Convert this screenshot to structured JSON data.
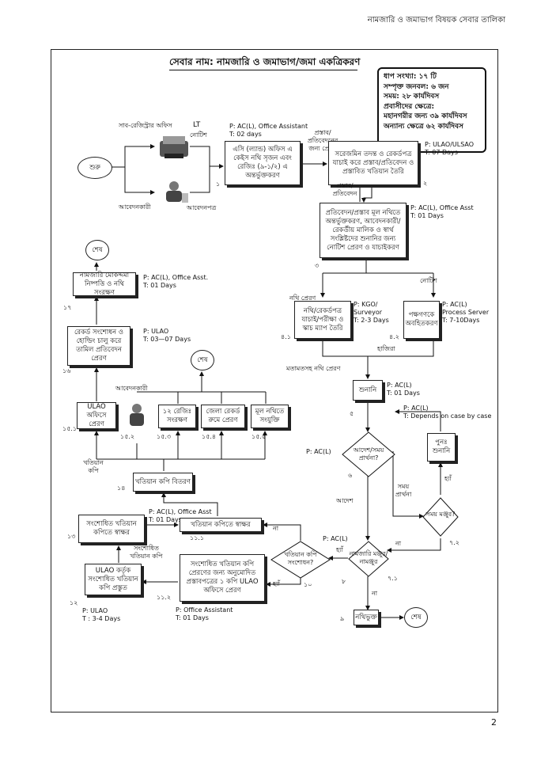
{
  "header": "নামজারি ও জমাভাগ বিষয়ক সেবার তালিকা",
  "page_number": "2",
  "title": "সেবার নাম: নামজারি ও জমাভাগ/জমা একত্রিকরণ",
  "info": {
    "l1": "ধাপ সংখ্যা: ১৭ টি",
    "l2": "সম্পৃক্ত জনবল: ৬ জন",
    "l3": "সময়: ২৮ কার্যদিবস",
    "l4": "প্রবাসীদের ক্ষেত্রে:",
    "l5": "মহানগরীর জন্য ৩৯ কার্যদিবস",
    "l6": "অন্যান্য ক্ষেত্রে ৬২ কার্যদিবস"
  },
  "labels": {
    "sub_registry": "সাব-রেজিস্ট্রার অফিস",
    "lt": "LT",
    "notice": "নোটিশ",
    "start": "শুরু",
    "applicant": "আবেদনকারী",
    "application": "আবেদনপত্র",
    "end": "শেষ",
    "proposal_arrow": "প্রস্তাব/\nপ্রতিবেদনের\nজন্য প্রেরণ",
    "proposal_report": "প্রস্তাব/\nপ্রতিবেদন",
    "file_send": "নথি প্রেরণ",
    "notice2": "নোটিশ",
    "hearing": "হাজিরা",
    "opinion_file": "মতামতসহ নথি প্রেরণ",
    "applicant2": "আবেদনকারী",
    "khatian_copy": "খতিয়ান\nকপি",
    "amended_khatian": "সংশোধিত\nখতিয়ান কপি",
    "time_prayer": "সময়\nপ্রার্থনা",
    "order": "আদেশ",
    "yes1": "হ্যাঁ",
    "yes2": "হ্যাঁ",
    "yes3": "হ্যাঁ",
    "no1": "না",
    "no2": "না",
    "no3": "না"
  },
  "steps": {
    "s1": "এসি (ল্যান্ড) অফিস এ কেইস নথি সৃজন এবং রেজিঃ (৯-১/২) এ অন্তর্ভুক্তকরণ",
    "s2": "সরেজমিন তদন্ত ও রেকর্ডপত্র যাচাই করে প্রস্তাব/প্রতিবেদন ও প্রস্তাবিত খতিয়ান তৈরি",
    "s3": "প্রতিবেদন/প্রস্তাব মূল নথিতে অন্তর্ভুক্তকরণ, আবেদনকারী/ রেকর্ডীয় মালিক ও স্বার্থ সংশ্লিষ্টদের শুনানির জন্য নোটিশ প্রেরণ ও যাচাইকরণ",
    "s41": "নথি/রেকর্ডপত্র যাচাই/পরীক্ষা ও স্কাচ ম্যাপ তৈরি",
    "s42": "পক্ষগণকে অবহিতকরণ",
    "s5": "শুনানি",
    "s6": "আদেশ/সময় প্রার্থনা?",
    "s71": "নামজারি মঞ্জুর/নামঞ্জুর",
    "s72": "সময় মঞ্জুর?",
    "rehear": "পুনঃ শুনানি",
    "s9": "নথিভুক্ত",
    "s10": "খতিয়ান কপি সংশোধন?",
    "s111": "খতিয়ান কপিতে স্বাক্ষর",
    "s112": "সংশোধিত খতিয়ান কপি প্রেরণের জন্য অনুমোদিত প্রস্তাবপত্রের ১ কপি ULAO অফিসে প্রেরণ",
    "s12": "ULAO কর্তৃক সংশোধিত খতিয়ান কপি প্রস্তুত",
    "s13": "সংশোধিত খতিয়ান কপিতে স্বাক্ষর",
    "s14": "খতিয়ান কপি বিতরণ",
    "s151": "ULAO অফিসে প্রেরণ",
    "s153": "১২ রেজিঃ সংরক্ষণ",
    "s154": "জেলা রেকর্ড রুমে প্রেরণ",
    "s155": "মূল নথিতে সংযুক্তি",
    "s16": "রেকর্ড সংশোধন ও হোল্ডিং চালু করে তামিল প্রতিবেদন প্রেরণ",
    "s17": "নামজারি মোকদ্দমা নিষ্পত্তি ও নথি সংরক্ষণ"
  },
  "numbers": {
    "n1": "১",
    "n2": "২",
    "n3": "৩",
    "n41": "৪.১",
    "n42": "৪.২",
    "n5": "৫",
    "n6": "৬",
    "n71": "৭.১",
    "n72": "৭.২",
    "n8": "৮",
    "n9": "৯",
    "n10": "১০",
    "n111": "১১.১",
    "n112": "১১.২",
    "n12": "১২",
    "n13": "১৩",
    "n14": "১৪",
    "n151": "১৫.১",
    "n152": "১৫.২",
    "n153": "১৫.৩",
    "n154": "১৫.৪",
    "n155": "১৫.৫",
    "n16": "১৬",
    "n17": "১৭"
  },
  "persons": {
    "p1": "P: AC(L), Office Assistant\nT: 02 days",
    "p2": "P: ULAO/ULSAO\nT: 07 Days",
    "p3": "P: AC(L), Office Asst\nT: 01 Days",
    "p41": "P: KGO/\nSurveyor\nT: 2-3 Days",
    "p42": "P: AC(L)\nProcess Server\nT: 7-10Days",
    "p5": "P: AC(L)\nT: 01 Days",
    "p_rehear": "P: AC(L)\nT: Depends on case by case",
    "p6": "P: AC(L)",
    "p71": "P: AC(L)",
    "p111": "P: AC(L), Office Asst\nT: 01 Days",
    "p112": "P: Office Assistant\nT: 01 Days",
    "p12": "P: ULAO\nT : 3-4 Days",
    "p16": "P: ULAO\nT: 03—07 Days",
    "p17": "P: AC(L), Office Asst.\nT: 01 Days"
  }
}
